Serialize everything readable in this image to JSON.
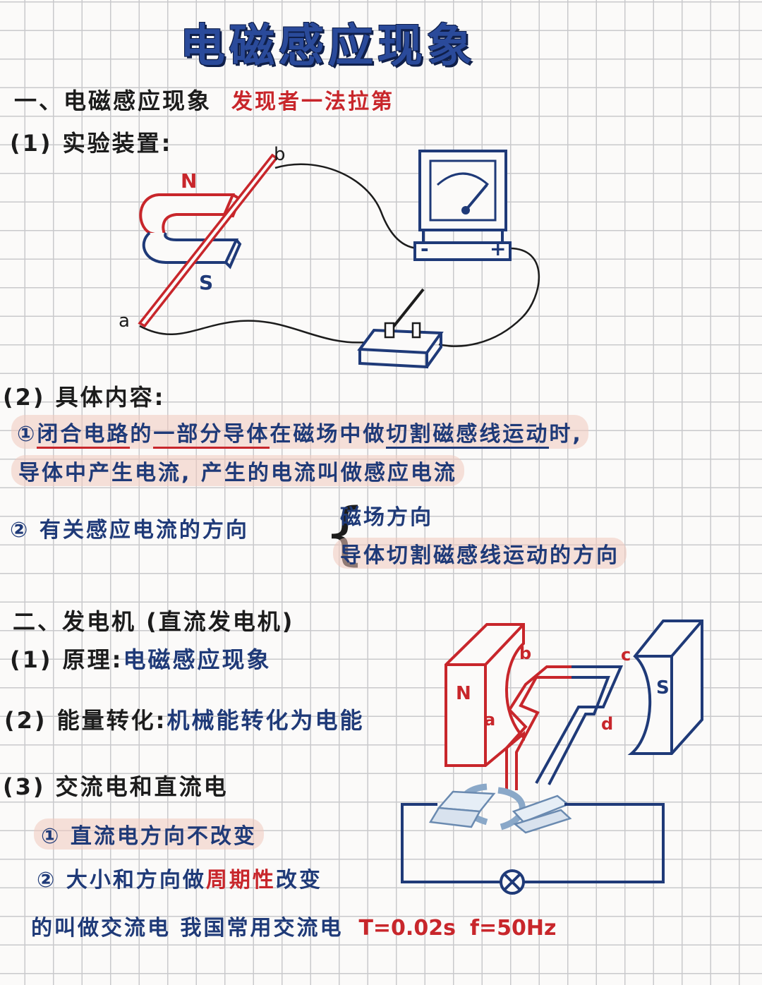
{
  "title": "电磁感应现象",
  "section1": {
    "heading": "一、电磁感应现象",
    "discoverer": "发现者一法拉第",
    "item1": "(1) 实验装置:",
    "item2": "(2) 具体内容:",
    "point1_num": "①",
    "point1_a": "闭合电路",
    "point1_b": "的",
    "point1_c": "一部分导体",
    "point1_d": "在磁场中做",
    "point1_e": "切割磁感线运动",
    "point1_f": "时,",
    "point1_line2": "导体中产生电流, 产生的电流叫做感应电流",
    "point2": "② 有关感应电流的方向",
    "brace": "{",
    "factor1": "磁场方向",
    "factor2": "导体切割磁感线运动的方向"
  },
  "diagram1": {
    "label_N": "N",
    "label_S": "S",
    "label_a": "a",
    "label_b": "b",
    "label_minus": "-",
    "label_plus": "+"
  },
  "section2": {
    "heading": "二、发电机 (直流发电机)",
    "item1_label": "(1) 原理:",
    "item1_value": "电磁感应现象",
    "item2_label": "(2) 能量转化:",
    "item2_value": "机械能转化为电能",
    "item3": "(3) 交流电和直流电",
    "dc": "① 直流电方向不改变",
    "ac_a": "② 大小和方向做",
    "ac_b": "周期性",
    "ac_c": "改变",
    "ac_line2": "的叫做交流电 我国常用交流电",
    "period": "T=0.02s",
    "freq": "f=50Hz"
  },
  "diagram2": {
    "label_N": "N",
    "label_S": "S",
    "label_a": "a",
    "label_b": "b",
    "label_c": "c",
    "label_d": "d"
  },
  "colors": {
    "navy": "#1f3a78",
    "red": "#c8262b",
    "highlight": "#f0c8be",
    "grid": "#c9c9cc"
  }
}
